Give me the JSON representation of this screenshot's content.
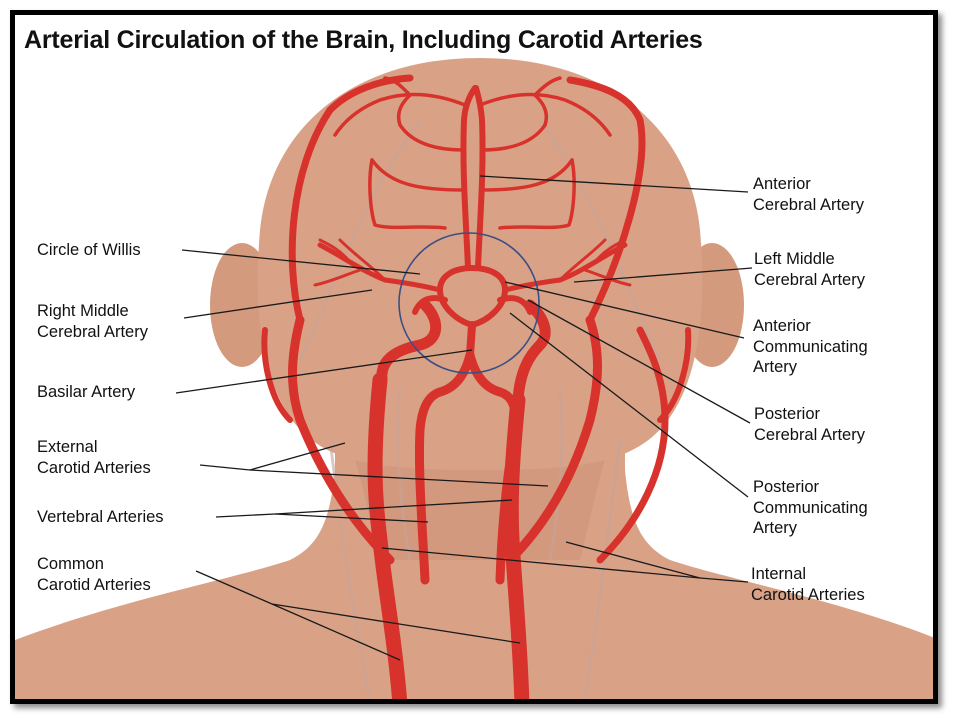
{
  "title": "Arterial Circulation of the Brain, Including Carotid Arteries",
  "colors": {
    "skin": "#d99f82",
    "skin_shadow": "#c98f73",
    "artery": "#d8322c",
    "artery_dark": "#b82420",
    "leader_line": "#1a1a1a",
    "circle_outline": "#3b4f86",
    "frame": "#000000"
  },
  "labels": {
    "anterior_cerebral": "Anterior\nCerebral Artery",
    "circle_of_willis": "Circle of Willis",
    "left_middle_cerebral": "Left Middle\nCerebral Artery",
    "right_middle_cerebral": "Right Middle\nCerebral Artery",
    "anterior_communicating": "Anterior\nCommunicating\nArtery",
    "basilar": "Basilar Artery",
    "posterior_cerebral": "Posterior\nCerebral Artery",
    "external_carotid": "External\nCarotid Arteries",
    "posterior_communicating": "Posterior\nCommunicating\nArtery",
    "vertebral": "Vertebral Arteries",
    "common_carotid": "Common\nCarotid Arteries",
    "internal_carotid": "Internal\nCarotid Arteries"
  }
}
